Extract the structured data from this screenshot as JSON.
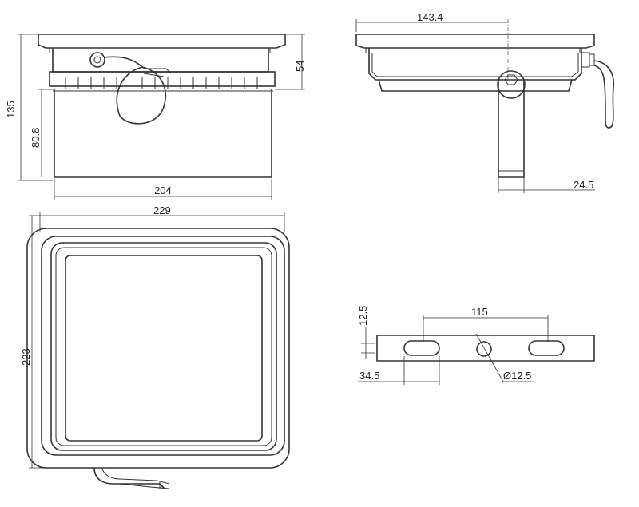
{
  "dimensions": {
    "side_height_total": "135",
    "side_height_body": "80.8",
    "side_height_top": "54",
    "side_width": "204",
    "top_width": "143.4",
    "bracket_offset": "24.5",
    "front_width": "229",
    "front_height": "223",
    "bracket_thickness": "12.5",
    "slot_spacing": "115",
    "slot_offset": "34.5",
    "hole_diameter": "Ø12.5"
  },
  "colors": {
    "line": "#333333",
    "text": "#222222",
    "background": "#ffffff"
  }
}
